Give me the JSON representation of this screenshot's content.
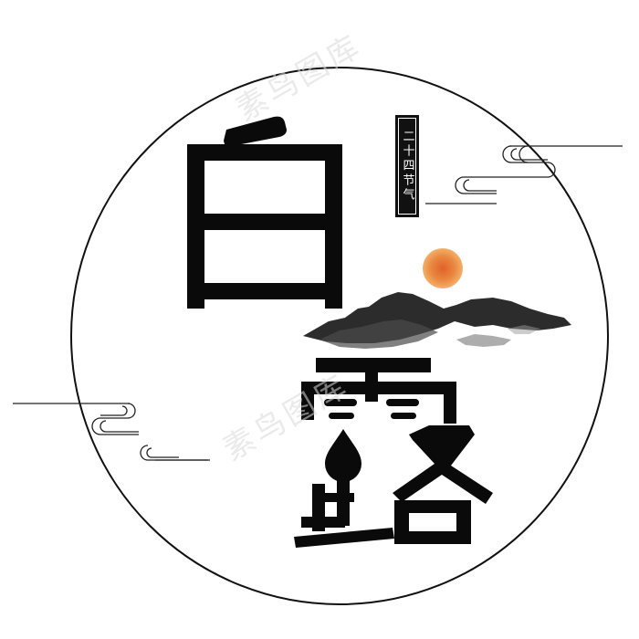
{
  "main_characters": [
    "白",
    "露"
  ],
  "vertical_tag": {
    "text": "二十四节气"
  },
  "watermark": {
    "text": "素鸟图库"
  },
  "colors": {
    "ink": "#0a0a0a",
    "circle_stroke": "#111111",
    "sun_outer": "#f0a35a",
    "sun_inner": "#e0622a",
    "background": "#ffffff",
    "watermark": "#d8d8d8"
  },
  "decorations": [
    "cloud-icon",
    "mountain-ink-icon",
    "sun-icon",
    "water-drop-icon"
  ]
}
